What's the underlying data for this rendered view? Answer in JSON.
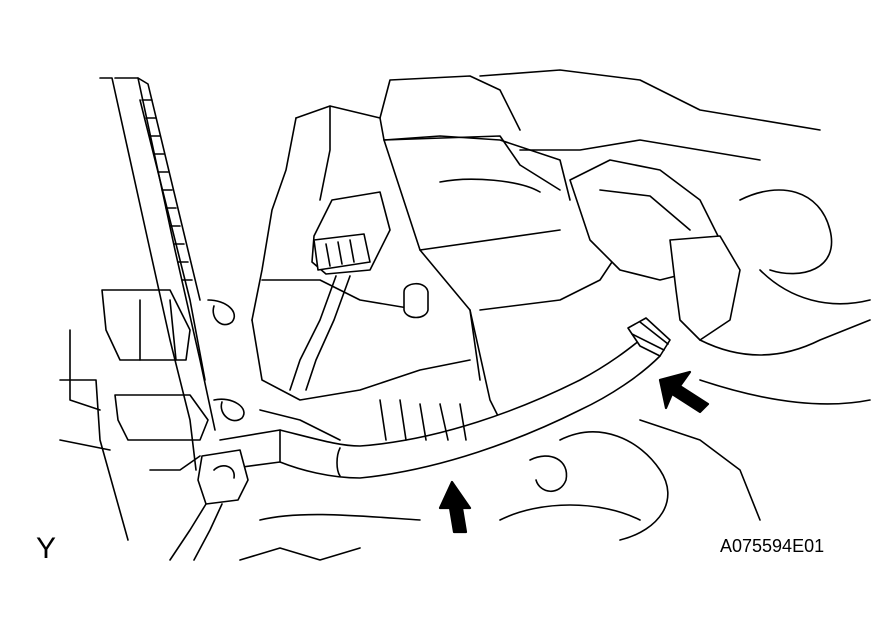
{
  "figure": {
    "view_label": "Y",
    "figure_code": "A075594E01"
  },
  "arrows": [
    {
      "name": "hose-clamp-arrow"
    },
    {
      "name": "hose-bottom-arrow"
    }
  ]
}
